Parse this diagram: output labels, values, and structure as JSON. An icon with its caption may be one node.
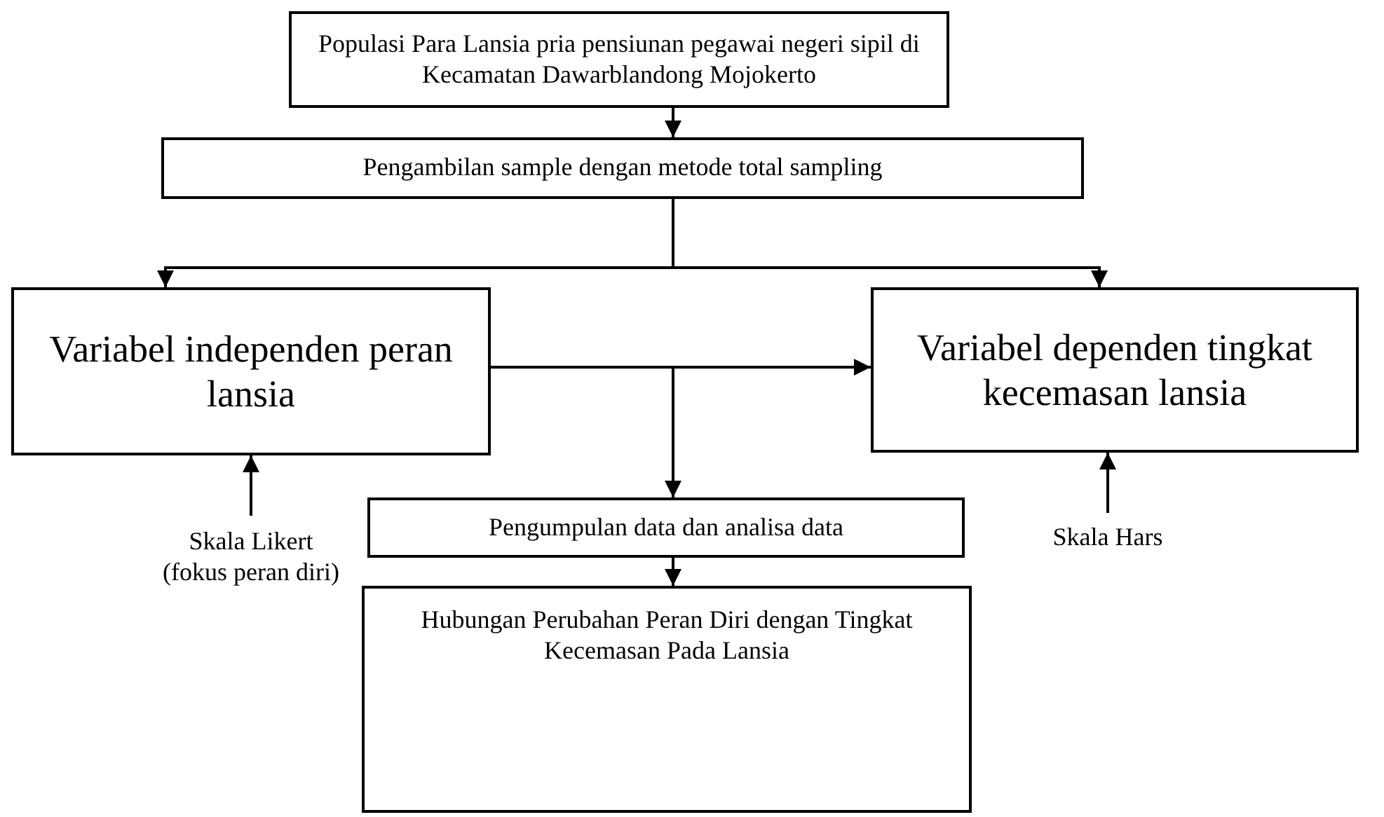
{
  "diagram": {
    "nodes": [
      {
        "text": [
          "Populasi Para Lansia pria pensiunan pegawai negeri sipil di Kecamatan Dawarblandong Mojokerto"
        ]
      },
      {
        "text": [
          "Pengambilan sample dengan metode total sampling"
        ]
      },
      {
        "text": [
          "Variabel independen peran lansia"
        ]
      },
      {
        "text": [
          "Variabel dependen tingkat kecemasan lansia"
        ]
      },
      {
        "text": [
          "Pengumpulan data dan analisa data"
        ]
      },
      {
        "text": [
          "Hubungan Perubahan Peran Diri dengan Tingkat Kecemasan Pada Lansia"
        ]
      },
      {
        "text": [
          "Skala Likert (fokus peran diri)"
        ]
      },
      {
        "text": [
          "Skala Hars"
        ]
      }
    ],
    "edges": [
      {
        "from": 0,
        "to": 1,
        "arrow": "to"
      },
      {
        "from": 1,
        "to": 2,
        "arrow": "to"
      },
      {
        "from": 1,
        "to": 3,
        "arrow": "to"
      },
      {
        "from": 2,
        "to": 3,
        "arrow": "to"
      },
      {
        "from": 2,
        "to": 4,
        "arrow": "to"
      },
      {
        "from": 4,
        "to": 5,
        "arrow": "to"
      },
      {
        "from": 6,
        "to": 2,
        "arrow": "to"
      },
      {
        "from": 7,
        "to": 3,
        "arrow": "to"
      }
    ]
  }
}
